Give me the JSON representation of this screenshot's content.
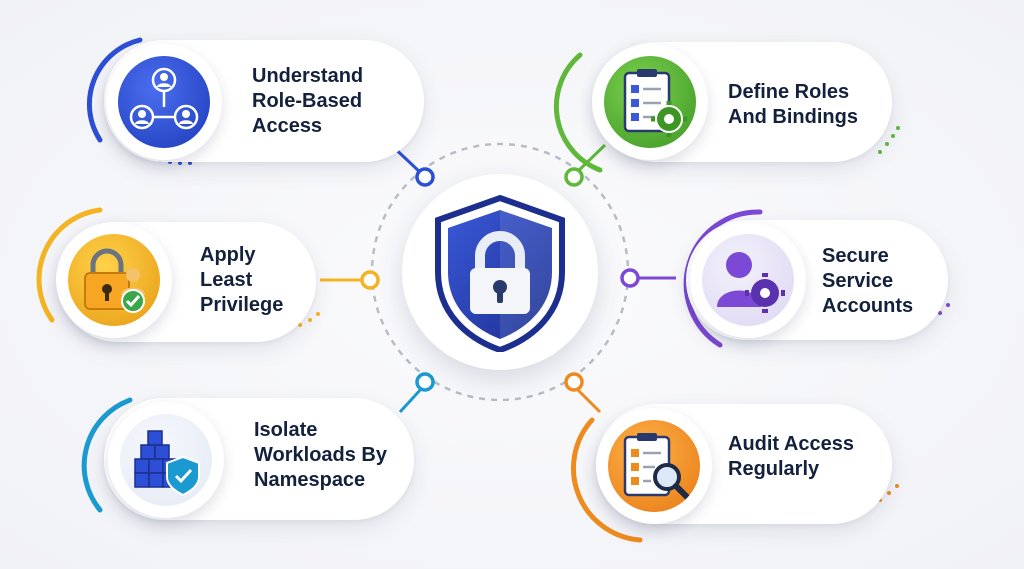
{
  "nodes": [
    {
      "id": "understand-rbac",
      "label": "Understand\nRole-Based\nAccess",
      "icon": "users-hierarchy-icon",
      "color": "#2d4fd6"
    },
    {
      "id": "define-roles",
      "label": "Define Roles\nAnd Bindings",
      "icon": "checklist-gear-icon",
      "color": "#5fb83a"
    },
    {
      "id": "least-privilege",
      "label": "Apply\nLeast\nPrivilege",
      "icon": "padlock-user-check-icon",
      "color": "#f4b321"
    },
    {
      "id": "service-accounts",
      "label": "Secure\nService\nAccounts",
      "icon": "user-gear-icon",
      "color": "#7b49d6"
    },
    {
      "id": "isolate-workloads",
      "label": "Isolate\nWorkloads By\nNamespace",
      "icon": "cubes-shield-icon",
      "color": "#1a9ad0"
    },
    {
      "id": "audit-access",
      "label": "Audit Access\nRegularly",
      "icon": "checklist-magnifier-icon",
      "color": "#ee8b1e"
    }
  ],
  "center": {
    "icon": "shield-padlock-icon",
    "color": "#2b45b8"
  }
}
